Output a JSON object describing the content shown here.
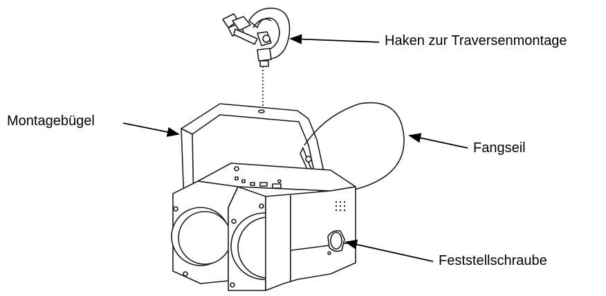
{
  "diagram": {
    "labels": {
      "hook": "Haken zur Traversenmontage",
      "bracket": "Montagebügel",
      "safety_cable": "Fangseil",
      "locking_screw": "Feststellschraube"
    },
    "colors": {
      "line": "#1a1a1a",
      "fill": "#ffffff",
      "shade": "#e6e6e6"
    }
  }
}
